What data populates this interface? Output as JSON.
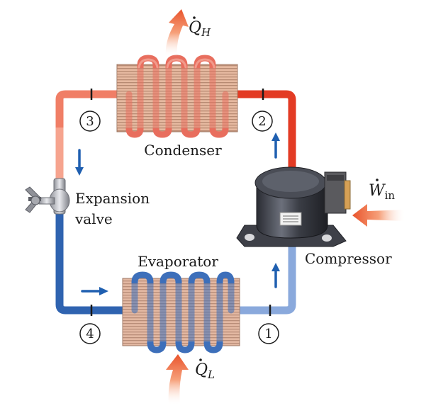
{
  "labels": {
    "condenser": "Condenser",
    "evaporator": "Evaporator",
    "expansion_line1": "Expansion",
    "expansion_line2": "valve",
    "compressor": "Compressor"
  },
  "states": [
    "1",
    "2",
    "3",
    "4"
  ],
  "heat": {
    "q_high_symbol": "Q",
    "q_high_sub": "H",
    "q_low_symbol": "Q",
    "q_low_sub": "L",
    "work_symbol": "W",
    "work_sub": "in"
  },
  "colors": {
    "hot_pipe": "#e8452c",
    "warm_pipe": "#f2826b",
    "cold_pipe": "#2f63b0",
    "cool_pipe": "#7ea3d8",
    "flow_arrow": "#1f5fb0",
    "heat_arrow": "#ee6a3a"
  }
}
